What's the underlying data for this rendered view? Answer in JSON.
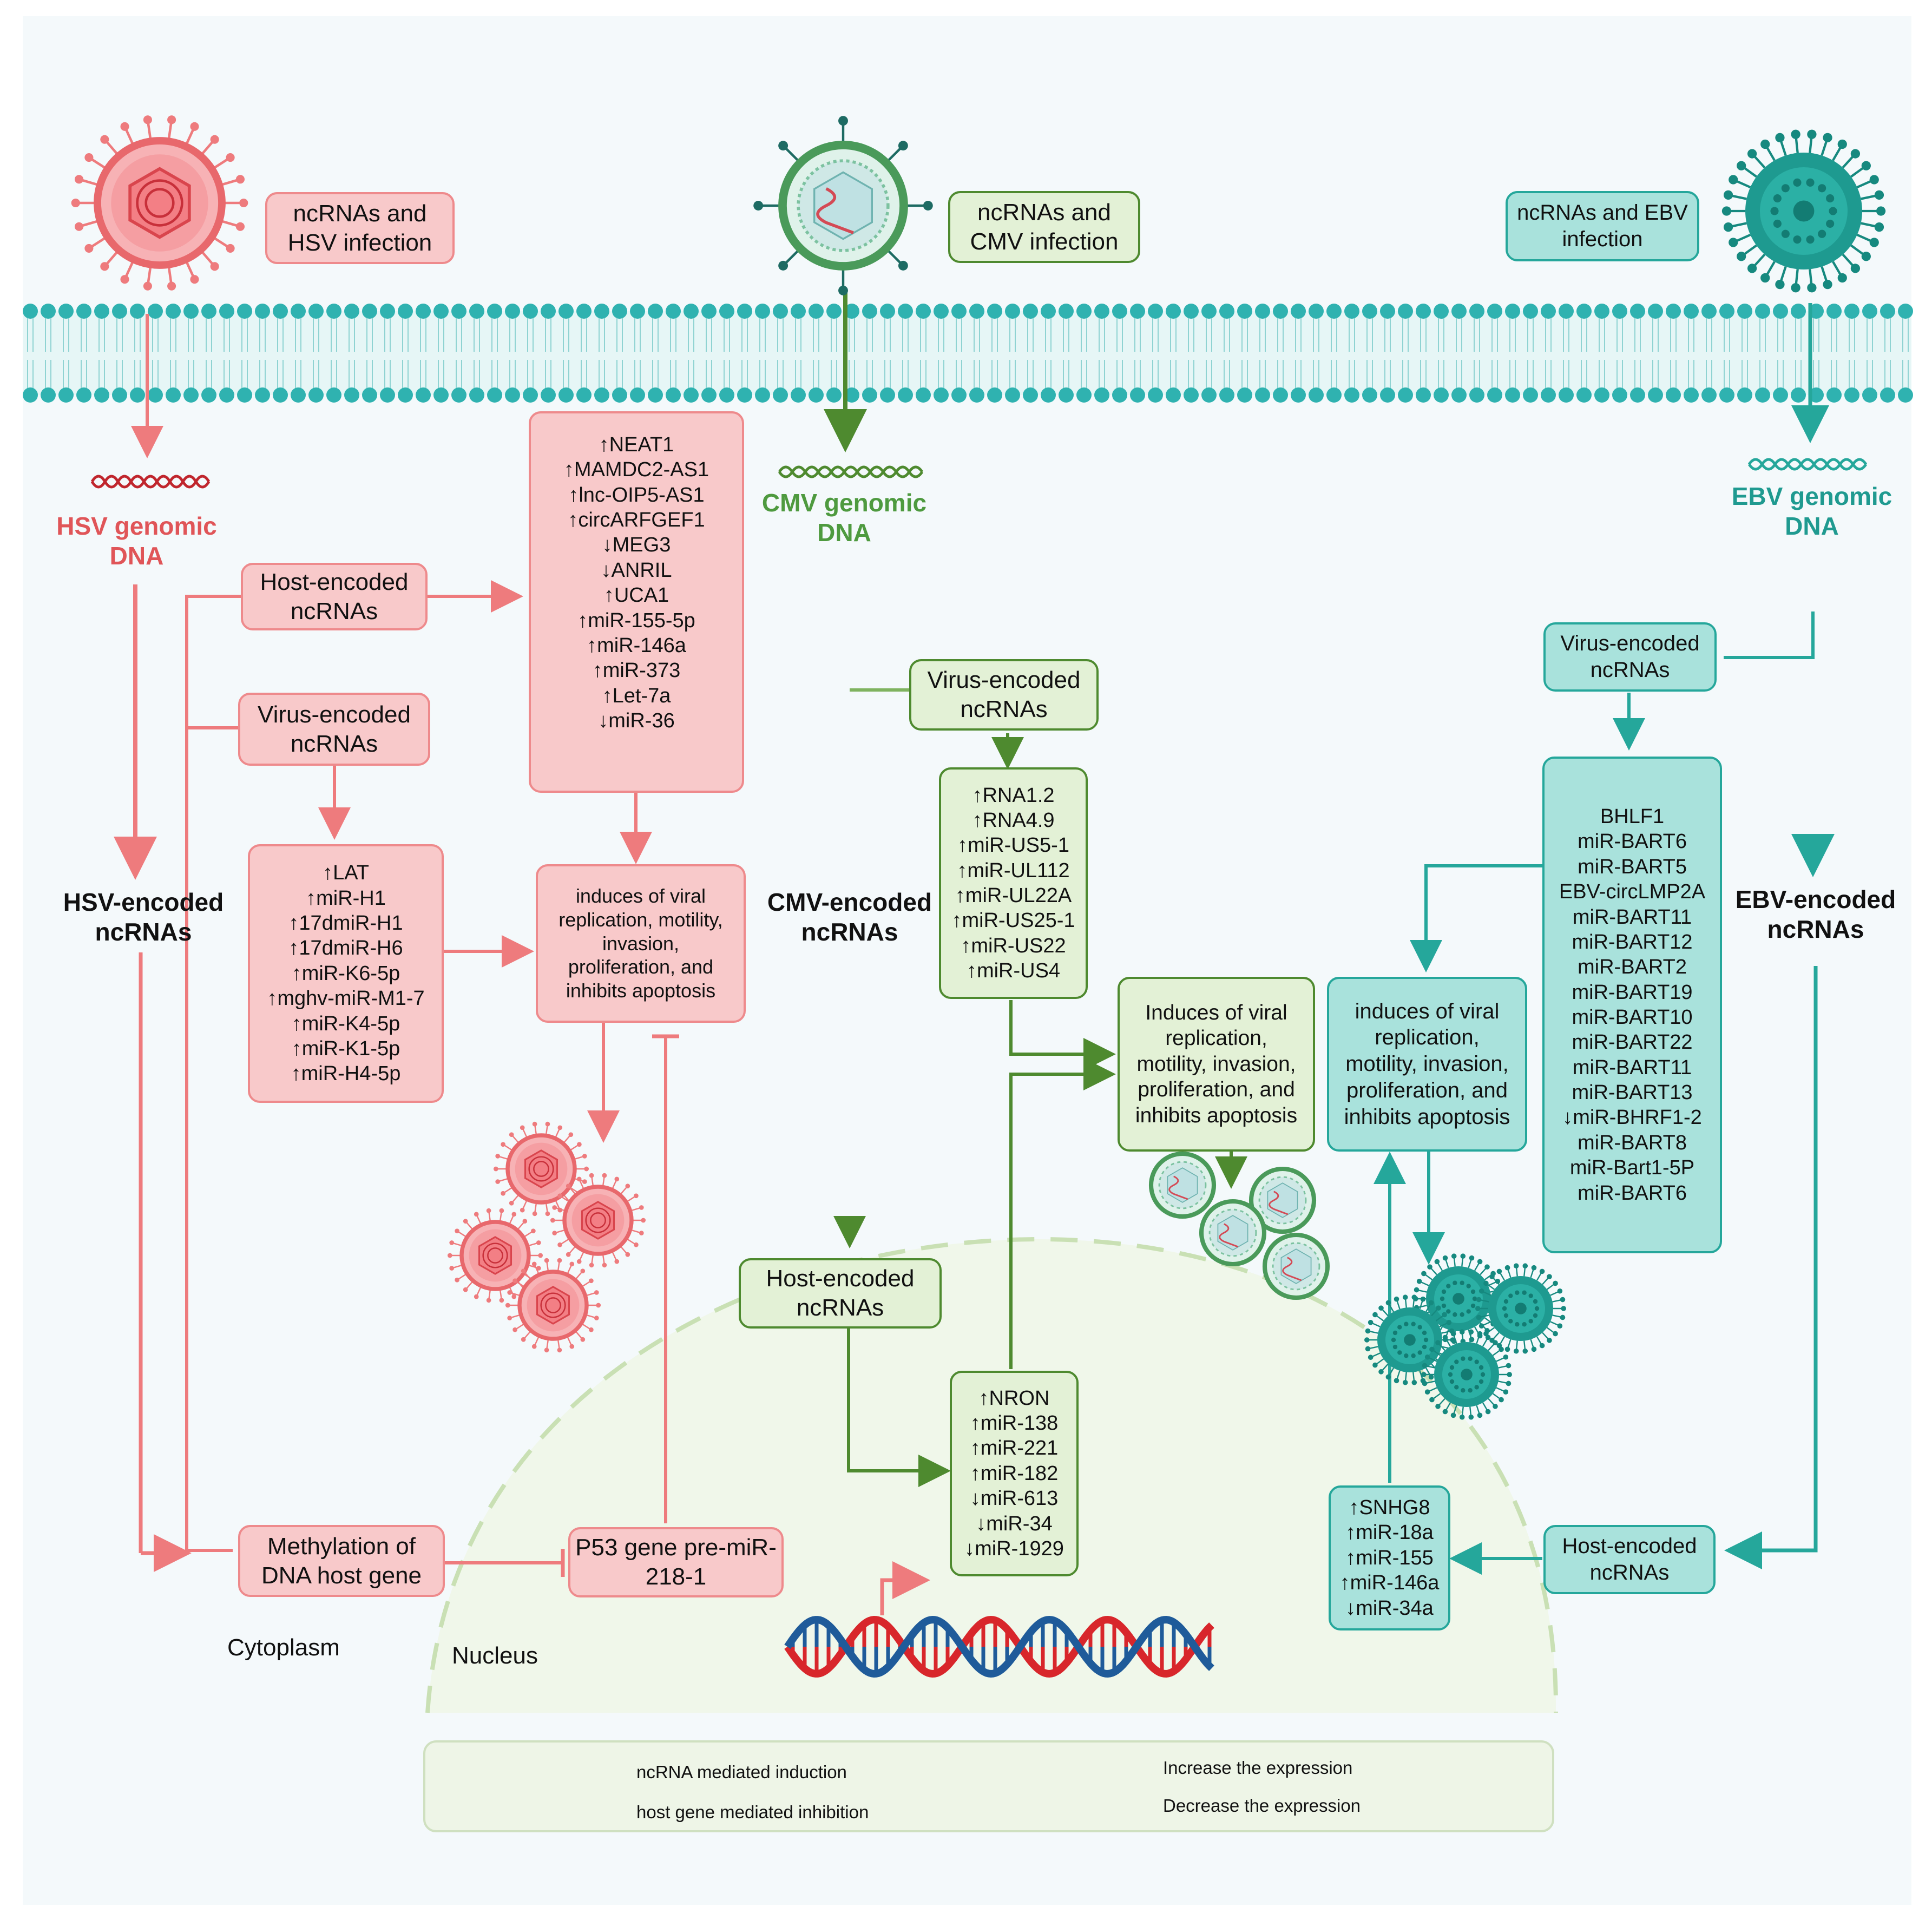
{
  "hsv": {
    "title_box": "ncRNAs and HSV infection",
    "genomic_dna": "HSV genomic DNA",
    "encoded": "HSV-encoded ncRNAs",
    "host_encoded": "Host-encoded ncRNAs",
    "virus_encoded": "Virus-encoded ncRNAs",
    "host_list": [
      "↑NEAT1",
      "↑MAMDC2-AS1",
      "↑lnc-OIP5-AS1",
      "↑circARFGEF1",
      "↓MEG3",
      "↓ANRIL",
      "↑UCA1",
      "↑miR-155-5p",
      "↑miR-146a",
      "↑miR-373",
      "↑Let-7a",
      "↓miR-36"
    ],
    "virus_list": [
      "↑LAT",
      "↑miR-H1",
      "↑17dmiR-H1",
      "↑17dmiR-H6",
      "↑miR-K6-5p",
      "↑mghv-miR-M1-7",
      "↑miR-K4-5p",
      "↑miR-K1-5p",
      "↑miR-H4-5p"
    ],
    "effect": "induces of viral replication, motility, invasion, proliferation, and inhibits apoptosis",
    "methylation": "Methylation of DNA host gene",
    "p53": "P53 gene pre-miR-218-1"
  },
  "cmv": {
    "title_box": "ncRNAs and CMV infection",
    "genomic_dna": "CMV genomic DNA",
    "encoded": "CMV-encoded ncRNAs",
    "virus_encoded": "Virus-encoded ncRNAs",
    "virus_list": [
      "↑RNA1.2",
      "↑RNA4.9",
      "↑miR-US5-1",
      "↑miR-UL112",
      "↑miR-UL22A",
      "↑miR-US25-1",
      "↑miR-US22",
      "↑miR-US4"
    ],
    "effect": "Induces of viral replication, motility, invasion, proliferation, and inhibits apoptosis",
    "host_encoded": "Host-encoded ncRNAs",
    "host_list": [
      "↑NRON",
      "↑miR-138",
      "↑miR-221",
      "↑miR-182",
      "↓miR-613",
      "↓miR-34",
      "↓miR-1929"
    ]
  },
  "ebv": {
    "title_box": "ncRNAs and EBV infection",
    "genomic_dna": "EBV genomic DNA",
    "encoded": "EBV-encoded ncRNAs",
    "virus_encoded": "Virus-encoded ncRNAs",
    "virus_list": [
      "BHLF1",
      "miR-BART6",
      "miR-BART5",
      "EBV-circLMP2A",
      "miR-BART11",
      "miR-BART12",
      "miR-BART2",
      "miR-BART19",
      "miR-BART10",
      "miR-BART22",
      "miR-BART11",
      "miR-BART13",
      "↓miR-BHRF1-2",
      "miR-BART8",
      "miR-Bart1-5P",
      "miR-BART6"
    ],
    "effect": "induces of viral replication, motility, invasion, proliferation, and inhibits apoptosis",
    "host_encoded": "Host-encoded ncRNAs",
    "host_list": [
      "↑SNHG8",
      "↑miR-18a",
      "↑miR-155",
      "↑miR-146a",
      "↓miR-34a"
    ]
  },
  "regions": {
    "cytoplasm": "Cytoplasm",
    "nucleus": "Nucleus"
  },
  "legend": {
    "induction": "ncRNA mediated induction",
    "inhibition": "host gene mediated inhibition",
    "increase": "Increase the expression",
    "decrease": "Decrease the expression"
  },
  "colors": {
    "hsv": "#ee7b7d",
    "hsv_fill": "#f8c9ca",
    "cmv": "#4e8a2f",
    "cmv_fill": "#e3f1d6",
    "ebv": "#25a79b",
    "ebv_fill": "#a9e2dc",
    "membrane": "#2fb2b0"
  }
}
